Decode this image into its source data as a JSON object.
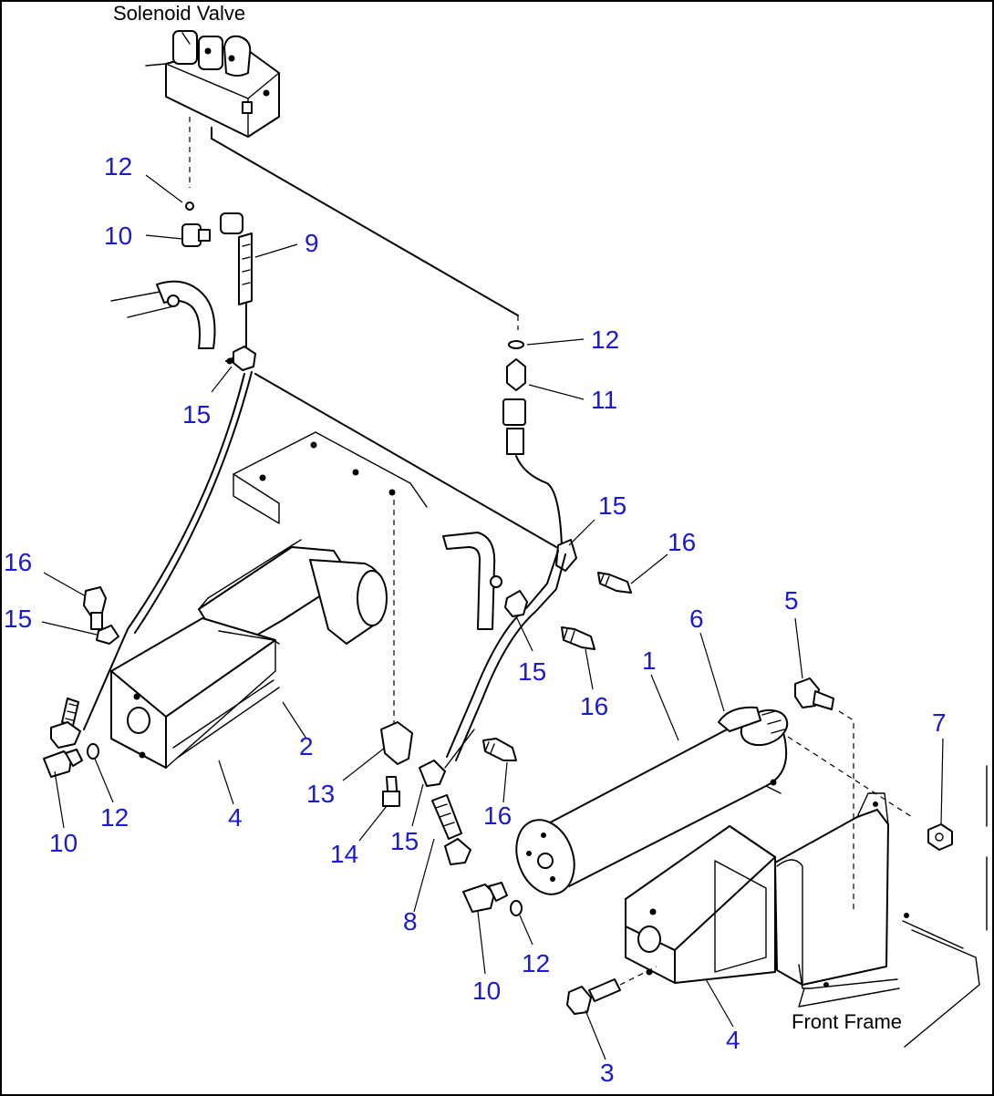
{
  "labels": {
    "solenoid_valve": "Solenoid Valve",
    "front_frame": "Front Frame"
  },
  "callouts": [
    {
      "id": "c12a",
      "text": "12"
    },
    {
      "id": "c10a",
      "text": "10"
    },
    {
      "id": "c9",
      "text": "9"
    },
    {
      "id": "c12b",
      "text": "12"
    },
    {
      "id": "c11",
      "text": "11"
    },
    {
      "id": "c15a",
      "text": "15"
    },
    {
      "id": "c15b",
      "text": "15"
    },
    {
      "id": "c16a",
      "text": "16"
    },
    {
      "id": "c16b",
      "text": "16"
    },
    {
      "id": "c15c",
      "text": "15"
    },
    {
      "id": "c5",
      "text": "5"
    },
    {
      "id": "c6",
      "text": "6"
    },
    {
      "id": "c1",
      "text": "1"
    },
    {
      "id": "c15d",
      "text": "15"
    },
    {
      "id": "c16c",
      "text": "16"
    },
    {
      "id": "c7",
      "text": "7"
    },
    {
      "id": "c2",
      "text": "2"
    },
    {
      "id": "c13",
      "text": "13"
    },
    {
      "id": "c16d",
      "text": "16"
    },
    {
      "id": "c12c",
      "text": "12"
    },
    {
      "id": "c4a",
      "text": "4"
    },
    {
      "id": "c10b",
      "text": "10"
    },
    {
      "id": "c14",
      "text": "14"
    },
    {
      "id": "c15e",
      "text": "15"
    },
    {
      "id": "c8",
      "text": "8"
    },
    {
      "id": "c12d",
      "text": "12"
    },
    {
      "id": "c10c",
      "text": "10"
    },
    {
      "id": "c4b",
      "text": "4"
    },
    {
      "id": "c3",
      "text": "3"
    }
  ]
}
